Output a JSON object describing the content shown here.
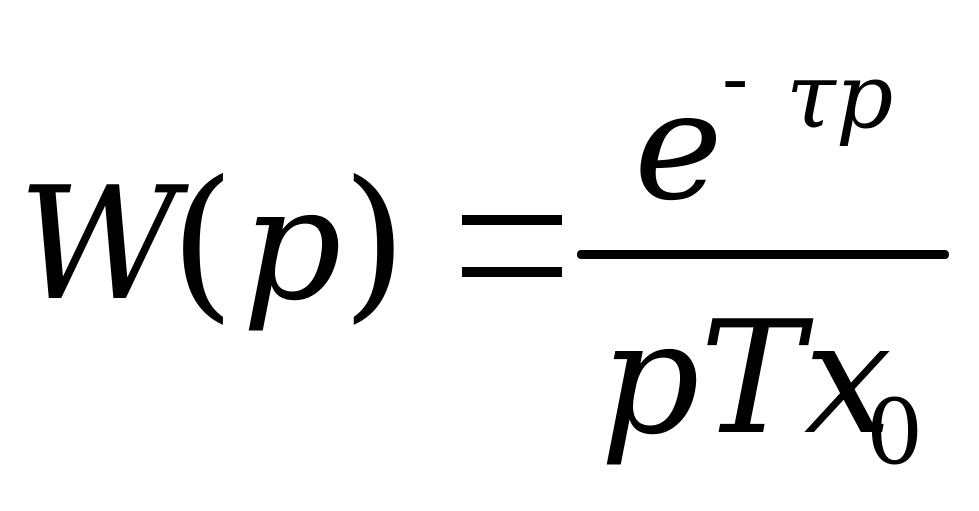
{
  "formula": {
    "lhs": {
      "function": "W",
      "open_paren": "(",
      "argument": "p",
      "close_paren": ")"
    },
    "numerator": {
      "base": "e",
      "exponent_sign": "-",
      "exponent": "τp"
    },
    "denominator": {
      "main": "pTx",
      "subscript": "0"
    }
  }
}
